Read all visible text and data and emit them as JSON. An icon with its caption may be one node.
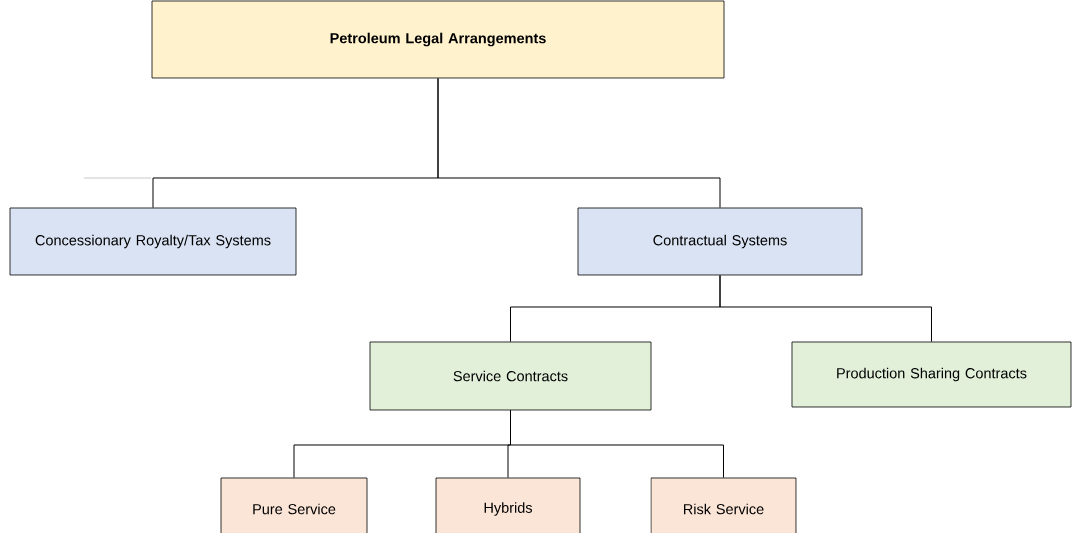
{
  "diagram": {
    "nodes": [
      {
        "text": [
          "Petroleum Legal Arrangements"
        ]
      },
      {
        "text": [
          "Concessionary Royalty/Tax Systems"
        ]
      },
      {
        "text": [
          "Contractual Systems"
        ]
      },
      {
        "text": [
          "Service Contracts"
        ]
      },
      {
        "text": [
          "Production Sharing Contracts"
        ]
      },
      {
        "text": [
          "Pure Service"
        ]
      },
      {
        "text": [
          "Hybrids"
        ]
      },
      {
        "text": [
          "Risk Service"
        ]
      }
    ],
    "edges": [
      {
        "from": 0,
        "to": 1,
        "arrow": "none"
      },
      {
        "from": 0,
        "to": 2,
        "arrow": "none"
      },
      {
        "from": 2,
        "to": 3,
        "arrow": "none"
      },
      {
        "from": 2,
        "to": 4,
        "arrow": "none"
      },
      {
        "from": 3,
        "to": 5,
        "arrow": "none"
      },
      {
        "from": 3,
        "to": 6,
        "arrow": "none"
      },
      {
        "from": 3,
        "to": 7,
        "arrow": "none"
      }
    ]
  }
}
